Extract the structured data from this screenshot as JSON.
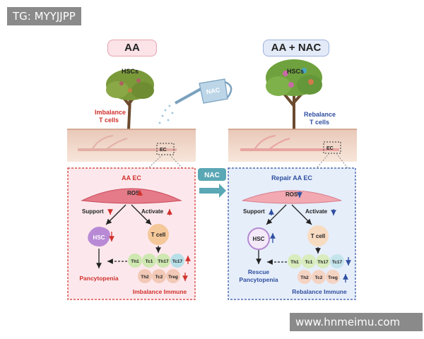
{
  "watermarks": {
    "top_left": "TG: MYYJJPP",
    "bottom_right": "www.hnmeimu.com"
  },
  "left": {
    "title": "AA",
    "hsc_label": "HSCs",
    "imbalance_label_1": "Imbalance",
    "imbalance_label_2": "T cells",
    "ec_label": "EC",
    "panel_title": "AA  EC",
    "ros": "ROS",
    "support": "Support",
    "activate": "Activate",
    "hsc": "HSC",
    "tcell": "T cell",
    "outcome": "Pancytopenia",
    "immune": "Imbalance Immune"
  },
  "right": {
    "title": "AA + NAC",
    "hsc_label": "HSCs",
    "rebalance_label_1": "Rebalance",
    "rebalance_label_2": "T cells",
    "ec_label": "EC",
    "panel_title": "Repair  AA  EC",
    "ros": "ROS",
    "support": "Support",
    "activate": "Activate",
    "hsc": "HSC",
    "tcell": "T cell",
    "outcome_1": "Rescue",
    "outcome_2": "Pancytopenia",
    "immune": "Rebalance Immune"
  },
  "nac_can": "NAC",
  "nac_arrow": "NAC",
  "th_cells": [
    "Th1",
    "Tc1",
    "Th17",
    "Tc17"
  ],
  "th_cells_row2": [
    "Th2",
    "Tc2",
    "Treg"
  ],
  "colors": {
    "red": "#d0312d",
    "blue": "#2f4fa0",
    "teal": "#5aa7b5",
    "left_panel": "#fce8ec",
    "right_panel": "#e6eefa"
  }
}
